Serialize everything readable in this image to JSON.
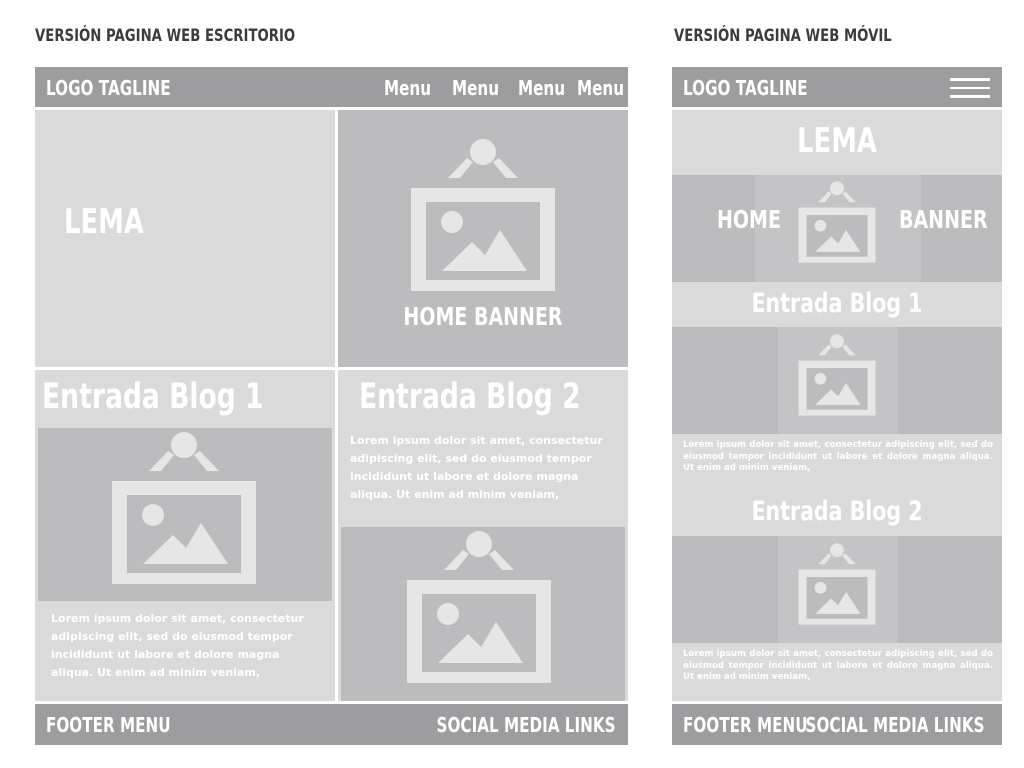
{
  "desktop": {
    "heading": "VERSIÓN PAGINA WEB ESCRITORIO",
    "logo": "LOGO TAGLINE",
    "menu": [
      "Menu",
      "Menu",
      "Menu",
      "Menu"
    ],
    "lema": "LEMA",
    "banner_label": "HOME BANNER",
    "blog1_title": "Entrada Blog 1",
    "blog1_text": "Lorem ipsum dolor sit amet, consectetur adipiscing elit, sed do eiusmod tempor incididunt ut labore et dolore magna aliqua. Ut enim ad minim veniam,",
    "blog2_title": "Entrada Blog 2",
    "blog2_text": "Lorem ipsum dolor sit amet, consectetur adipiscing elit, sed do eiusmod tempor incididunt ut labore et dolore magna aliqua. Ut enim ad minim veniam,",
    "footer_menu": "FOOTER MENU",
    "social": "SOCIAL MEDIA LINKS"
  },
  "mobile": {
    "heading": "VERSIÓN PAGINA WEB MÓVIL",
    "logo": "LOGO TAGLINE",
    "lema": "LEMA",
    "banner_left": "HOME",
    "banner_right": "BANNER",
    "blog1_title": "Entrada Blog 1",
    "blog1_text": "Lorem ipsum dolor sit amet, consectetur adipiscing elit, sed do eiusmod tempor incididunt ut labore et dolore magna aliqua. Ut enim ad minim veniam,",
    "blog2_title": "Entrada Blog 2",
    "blog2_text": "Lorem ipsum dolor sit amet, consectetur adipiscing elit, sed do eiusmod tempor incididunt ut labore et dolore magna aliqua. Ut enim ad minim veniam,",
    "footer_menu": "FOOTER MENU",
    "social": "SOCIAL MEDIA LINKS"
  },
  "colors": {
    "dark_bar": "#9d9d9f",
    "light_panel": "#dadadb",
    "mid_panel": "#bcbcbe",
    "heading_text": "#3c3c3c"
  },
  "icons": [
    "picture-frame-icon",
    "hamburger-menu-icon"
  ]
}
